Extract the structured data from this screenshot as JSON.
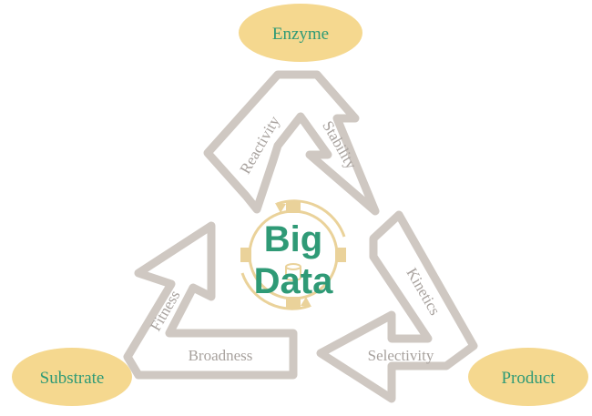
{
  "nodes": {
    "top": "Enzyme",
    "left": "Substrate",
    "right": "Product"
  },
  "arrows": {
    "reactivity": "Reactivity",
    "stability": "Stability",
    "kinetics": "Kinetics",
    "selectivity": "Selectivity",
    "fitness": "Fitness",
    "broadness": "Broadness"
  },
  "center": {
    "line1": "Big",
    "line2": "Data"
  },
  "colors": {
    "node_fill": "#f5d88f",
    "node_text": "#2f9a76",
    "arrow_stroke": "#cfc8c2",
    "arrow_label": "#a8a29e",
    "center_text": "#2f9a76",
    "gear": "#ead29a"
  },
  "icons": {
    "center_gear": "gear-cycle-icon",
    "center_flask": "flask-icon"
  }
}
